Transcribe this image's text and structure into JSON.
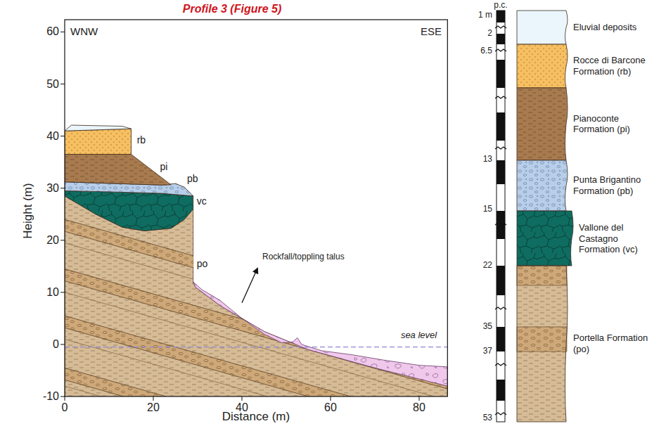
{
  "diagram": {
    "title": "Profile 3 (Figure 5)",
    "nodes": [
      {
        "text": [
          "Eluvial deposits"
        ]
      },
      {
        "text": [
          "Rocce di Barcone Formation (rb)"
        ]
      },
      {
        "text": [
          "Pianoconte Formation (pi)"
        ]
      },
      {
        "text": [
          "Punta Brigantino Formation (pb)"
        ]
      },
      {
        "text": [
          "Vallone del Castagno Formation (vc)"
        ]
      },
      {
        "text": [
          "Portella Formation (po)"
        ]
      }
    ],
    "labels": [
      "WNW",
      "ESE",
      "Height (m)",
      "Distance (m)",
      "60",
      "50",
      "40",
      "30",
      "20",
      "10",
      "0",
      "-10",
      "0",
      "20",
      "40",
      "60",
      "80",
      "rb",
      "pi",
      "pb",
      "vc",
      "po",
      "Rockfall/toppling talus",
      "sea level",
      "p.c.",
      "1 m",
      "2",
      "6.5",
      "13",
      "15",
      "22",
      "35",
      "37",
      "53"
    ]
  }
}
